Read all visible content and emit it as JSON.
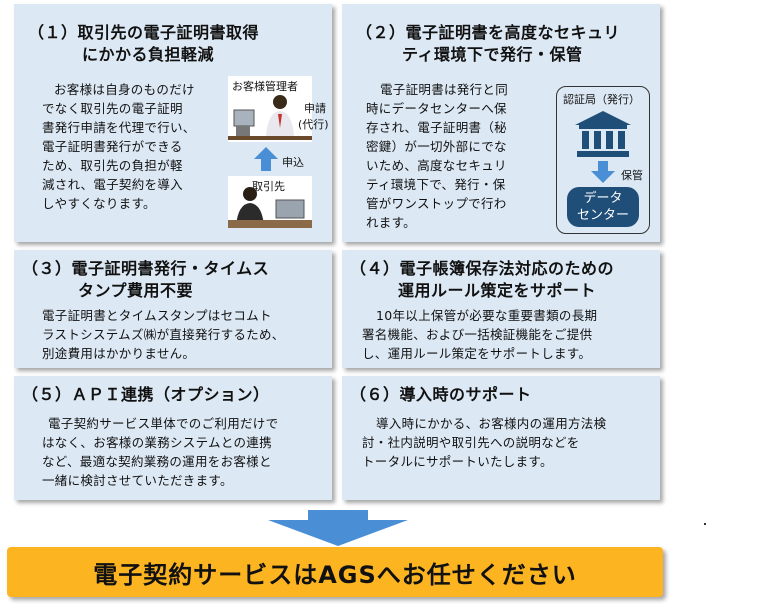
{
  "cards": [
    {
      "title": [
        "（１）取引先の電子証明書取得",
        "にかかる負担軽減"
      ],
      "body": [
        "お客様は自身のものだけ",
        "でなく取引先の電子証明",
        "書発行申請を代理で行い、",
        "電子証明書発行ができる",
        "ため、取引先の負担が軽",
        "減され、電子契約を導入",
        "しやすくなります。"
      ]
    },
    {
      "title": [
        "（２）電子証明書を高度なセキュリ",
        "ティ環境下で発行・保管"
      ],
      "body": [
        "電子証明書は発行と同",
        "時にデータセンターへ保",
        "存され、電子証明書（秘",
        "密鍵）が一切外部にでな",
        "いため、高度なセキュリ",
        "ティ環境下で、発行・保",
        "管がワンストップで行わ",
        "れます。"
      ]
    },
    {
      "title": [
        "（３）電子証明書発行・タイムス",
        "タンプ費用不要"
      ],
      "body": [
        "電子証明書とタイムスタンプはセコムト",
        "ラストシステムズ㈱が直接発行するため、",
        "別途費用はかかりません。"
      ]
    },
    {
      "title": [
        "（４）電子帳簿保存法対応のための",
        "運用ルール策定をサポート"
      ],
      "body": [
        "10年以上保管が必要な重要書類の長期",
        "署名機能、および一括検証機能をご提供",
        "し、運用ルール策定をサポートします。"
      ]
    },
    {
      "title": [
        "（５）ＡＰＩ連携（オプション）"
      ],
      "body": [
        "電子契約サービス単体でのご利用だけで",
        "はなく、お客様の業務システムとの連携",
        "など、最適な契約業務の運用をお客様と",
        "一緒に検討させていただきます。"
      ]
    },
    {
      "title": [
        "（６）導入時のサポート"
      ],
      "body": [
        "導入時にかかる、お客様内の運用方法検",
        "討・社内説明や取引先への説明などを",
        "トータルにサポートいたします。"
      ]
    }
  ],
  "illustration1": {
    "admin_label": "お客様管理者",
    "apply_label": "申請",
    "proxy_label": "(代行)",
    "submit_label": "申込",
    "partner_label": "取引先"
  },
  "illustration2": {
    "ca_label": "認証局（発行）",
    "store_label": "保管",
    "dc_label": [
      "データ",
      "センター"
    ]
  },
  "banner": "電子契約サービスはAGSへお任せください",
  "colors": {
    "card": "#dce8f4",
    "arrow": "#4a8fd6",
    "banner": "#fcb520",
    "bank": "#1f4e79"
  }
}
